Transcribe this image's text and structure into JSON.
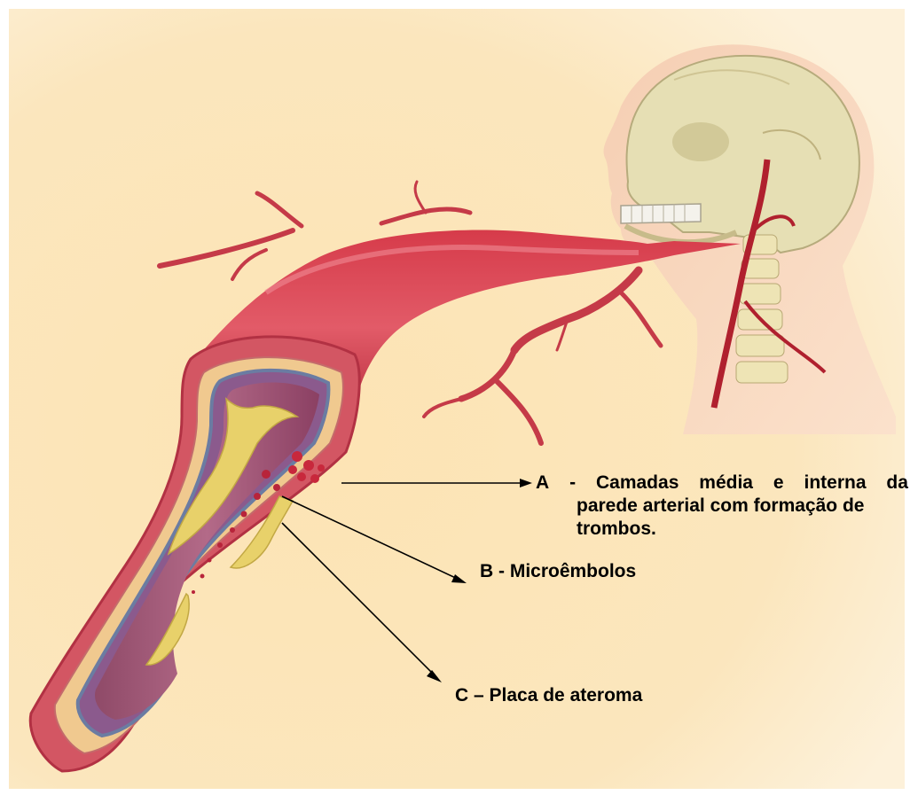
{
  "colors": {
    "background": "#fbe5b9",
    "artery": "#c92a3a",
    "artery_highlight": "#e45a66",
    "lumen": "#a35475",
    "plaque": "#e8d16a",
    "skull": "#e3dcae",
    "skin": "#f2c0a2",
    "arrow": "#000000"
  },
  "labels": {
    "a": {
      "letter": "A",
      "dash": "-",
      "words": [
        "Camadas",
        "média",
        "e",
        "interna",
        "da"
      ],
      "line2": "parede arterial com formação de",
      "line3": "trombos."
    },
    "b": {
      "text": "B - Microêmbolos"
    },
    "c": {
      "text": "C – Placa de ateroma"
    }
  },
  "icons": [
    "artery-cross-section-illustration",
    "skull-illustration",
    "cervical-spine-illustration",
    "carotid-artery-illustration"
  ]
}
